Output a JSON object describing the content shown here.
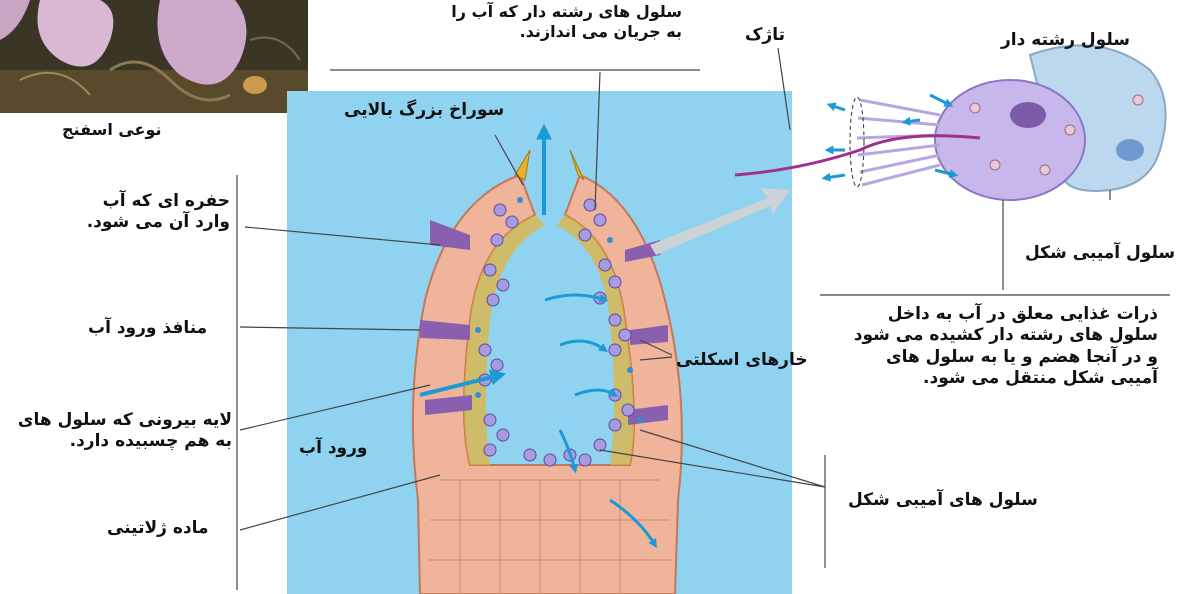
{
  "photo_caption": "نوعی اسفنج",
  "labels": {
    "flagellated_cells_move_water": "سلول های رشته دار که آب را به جریان می اندازند.",
    "flagellum": "تاژک",
    "flagellated_cell": "سلول رشته دار",
    "top_opening": "سوراخ بزرگ بالایی",
    "chamber": "حفره ای که آب وارد آن می شود.",
    "pores": "منافذ ورود آب",
    "outer_layer": "لایه بیرونی که سلول های به هم چسبیده دارد.",
    "water_entry": "ورود آب",
    "gelatinous": "ماده ژلاتینی",
    "spicules": "خارهای اسکلتی",
    "amoeboid_cell": "سلول آمیبی شکل",
    "food_particles": "ذرات غذایی معلق در آب به داخل سلول های رشته دار کشیده می شود و در آنجا هضم و یا به سلول های آمیبی شکل منتقل می شود.",
    "amoeboid_cells": "سلول های آمیبی شکل"
  },
  "colors": {
    "water": "#8fd3f1",
    "arrow": "#1a9ad6",
    "outer_wall": "#f0b49a",
    "collar_cell": "#a99be0",
    "spicule": "#e8b230"
  }
}
